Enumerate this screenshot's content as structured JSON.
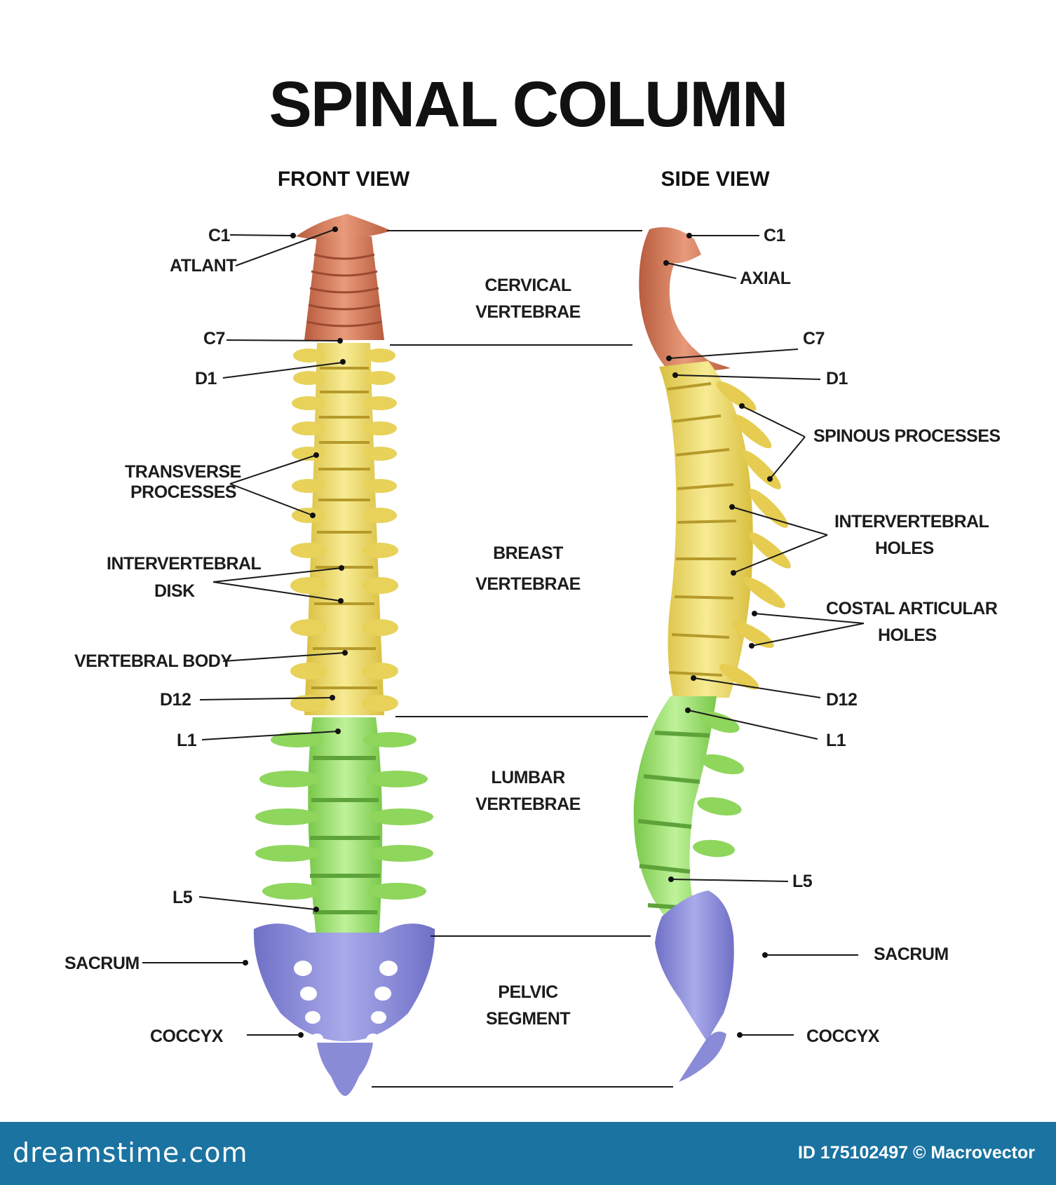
{
  "title": "SPINAL COLUMN",
  "views": {
    "front": "FRONT VIEW",
    "side": "SIDE VIEW"
  },
  "segments": {
    "cervical": [
      "CERVICAL",
      "VERTEBRAE"
    ],
    "breast": [
      "BREAST",
      "VERTEBRAE"
    ],
    "lumbar": [
      "LUMBAR",
      "VERTEBRAE"
    ],
    "pelvic": [
      "PELVIC",
      "SEGMENT"
    ]
  },
  "front_labels": {
    "c1": "C1",
    "atlant": "ATLANT",
    "c7": "C7",
    "d1": "D1",
    "transverse": [
      "TRANSVERSE",
      "PROCESSES"
    ],
    "intervertebral_disk": [
      "INTERVERTEBRAL",
      "DISK"
    ],
    "vertebral_body": "VERTEBRAL BODY",
    "d12": "D12",
    "l1": "L1",
    "l5": "L5",
    "sacrum": "SACRUM",
    "coccyx": "COCCYX"
  },
  "side_labels": {
    "c1": "C1",
    "axial": "AXIAL",
    "c7": "C7",
    "d1": "D1",
    "spinous": "SPINOUS  PROCESSES",
    "intervertebral_holes": [
      "INTERVERTEBRAL",
      "HOLES"
    ],
    "costal": [
      "COSTAL  ARTICULAR",
      "HOLES"
    ],
    "d12": "D12",
    "l1": "L1",
    "l5": "L5",
    "sacrum": "SACRUM",
    "coccyx": "COCCYX"
  },
  "colors": {
    "cervical": "#d9805f",
    "thoracic": "#f0dc6e",
    "lumbar": "#9ee06a",
    "pelvic": "#8e8fd8",
    "footer": "#1a73a0"
  },
  "icons": {
    "watermark": "swirl-watermark-icon"
  },
  "footer": {
    "brand": "dreamstime.com",
    "credit": "ID 175102497 © Macrovector"
  }
}
